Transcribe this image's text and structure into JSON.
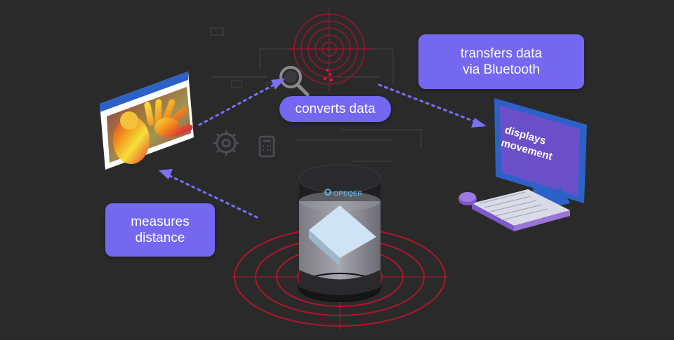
{
  "labels": {
    "measures": [
      "measures",
      "distance"
    ],
    "converts": "converts data",
    "transfers": [
      "transfers data",
      "via Bluetooth"
    ]
  },
  "monitor": {
    "screen_text": [
      "displays",
      "movement"
    ]
  },
  "sensor": {
    "brand": "OPEQER"
  },
  "colors": {
    "background": "#2b2a2b",
    "label_fill": "#7467f0",
    "arrow": "#7d6ff5",
    "radar": "#c0122a",
    "monitor_screen": "#6a4fc9",
    "monitor_frame": "#2c62c8"
  },
  "icons": [
    "magnifier-icon",
    "gear-icon",
    "calculator-icon",
    "radar-target-icon"
  ]
}
